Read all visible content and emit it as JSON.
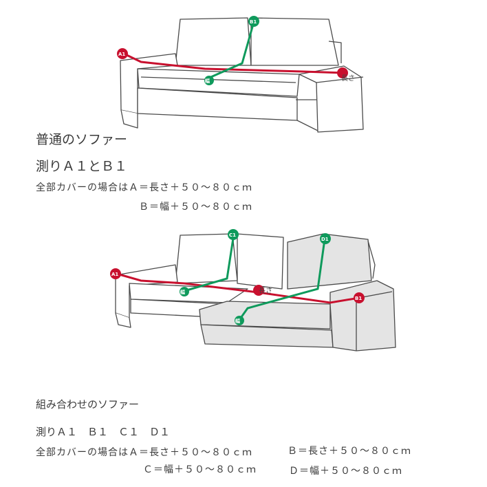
{
  "top": {
    "title": "普通のソファー",
    "measure": "測りＡ１とＢ１",
    "formula_a": "全部カバーの場合はＡ＝長さ＋５０～８０ｃｍ",
    "formula_b": "Ｂ＝幅＋５０～８０ｃｍ",
    "markers": {
      "a_start": "A1",
      "b_start": "B1",
      "length": "長さ",
      "width": "幅"
    }
  },
  "bottom": {
    "title": "組み合わせのソファー",
    "measure": "測りＡ１　Ｂ１　Ｃ１　Ｄ１",
    "formula_a": "全部カバーの場合はＡ＝長さ＋５０～８０ｃｍ",
    "formula_b": "Ｂ＝長さ＋５０～８０ｃｍ",
    "formula_c": "Ｃ＝幅＋５０～８０ｃｍ",
    "formula_d": "Ｄ＝幅＋５０～８０ｃｍ",
    "markers": {
      "a_start": "A1",
      "b_end": "B1",
      "c_start": "C1",
      "d_start": "D1",
      "length": "長さ",
      "width": "幅"
    }
  },
  "colors": {
    "red_line": "#c8102e",
    "green_line": "#0f9a5c",
    "outline": "#444444",
    "chaise_fill": "#e4e4e4"
  }
}
